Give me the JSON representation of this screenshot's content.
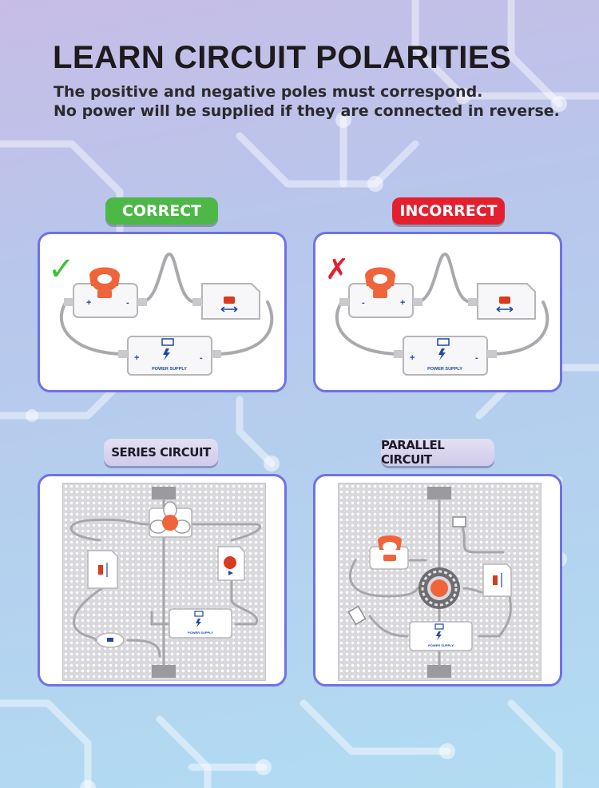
{
  "header": {
    "title": "LEARN CIRCUIT POLARITIES",
    "line1": "The positive and negative poles must correspond.",
    "line2": "No power will be supplied if they are connected in reverse."
  },
  "correct": {
    "label": "CORRECT",
    "mark": "✓",
    "fan": {
      "left": "+",
      "right": "-"
    },
    "supply": {
      "left": "+",
      "right": "-",
      "text": "POWER SUPPLY"
    }
  },
  "incorrect": {
    "label": "INCORRECT",
    "mark": "✗",
    "fan": {
      "left": "-",
      "right": "+"
    },
    "supply": {
      "left": "+",
      "right": "-",
      "text": "POWER SUPPLY"
    }
  },
  "series": {
    "label": "SERIES CIRCUIT",
    "supply_text": "POWER SUPPLY"
  },
  "parallel": {
    "label": "PARALLEL CIRCUIT",
    "supply_text": "POWER SUPPLY"
  },
  "colors": {
    "accent_green": "#4db848",
    "accent_red": "#e4202e",
    "panel_border": "#6f72e6",
    "module_orange": "#f0643c",
    "label_blue": "#1f4aa0"
  }
}
